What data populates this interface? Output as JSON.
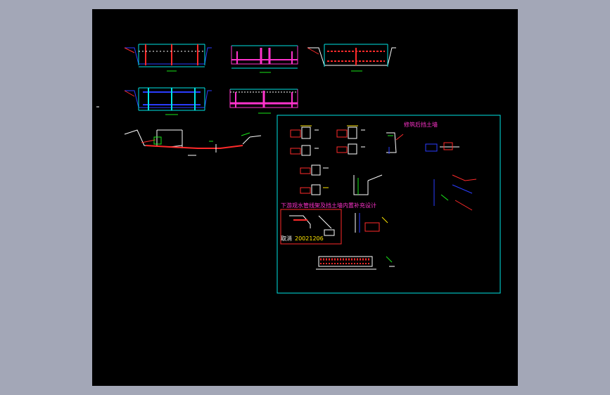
{
  "colors": {
    "window_bg": "#a3a7b7",
    "canvas_bg": "#000000",
    "cyan": "#00e5e5",
    "red": "#ff2a2a",
    "magenta": "#ff33cc",
    "blue": "#2a3cff",
    "green": "#19e619",
    "yellow": "#ffe600",
    "white": "#ffffff"
  },
  "labels": {
    "retaining_wall_title": "修筑后挡土墙",
    "supplement_title": "下游观水管线架及挡土墙内置补充设计",
    "cancel_note": "取消",
    "cancel_date": "20021206"
  },
  "cad_view": {
    "selection_markup_icon": "red-rectangle-markup",
    "crosshair_icon": "cad-crosshair"
  }
}
